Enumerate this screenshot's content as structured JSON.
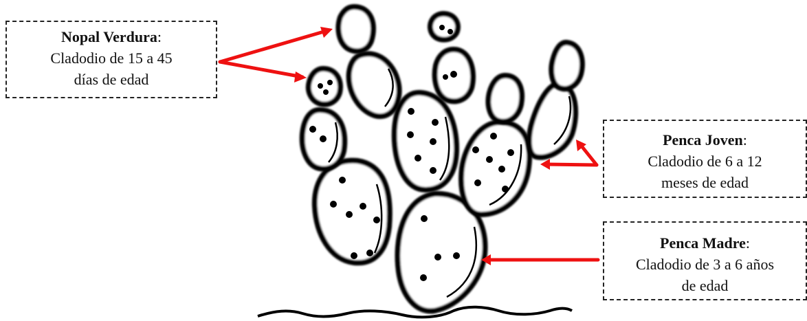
{
  "labels": {
    "nopal_verdura": {
      "title": "Nopal Verdura",
      "colon": ":",
      "line1": "Cladodio de 15 a 45",
      "line2": "días de edad"
    },
    "penca_joven": {
      "title": "Penca Joven",
      "colon": ":",
      "line1": "Cladodio de 6 a 12",
      "line2": "meses de edad"
    },
    "penca_madre": {
      "title": "Penca Madre",
      "colon": ":",
      "line1": "Cladodio de 3 a 6 años",
      "line2": "de edad"
    }
  },
  "colors": {
    "arrow": "#ee1111",
    "outline": "#000000",
    "box_border": "#222222"
  }
}
